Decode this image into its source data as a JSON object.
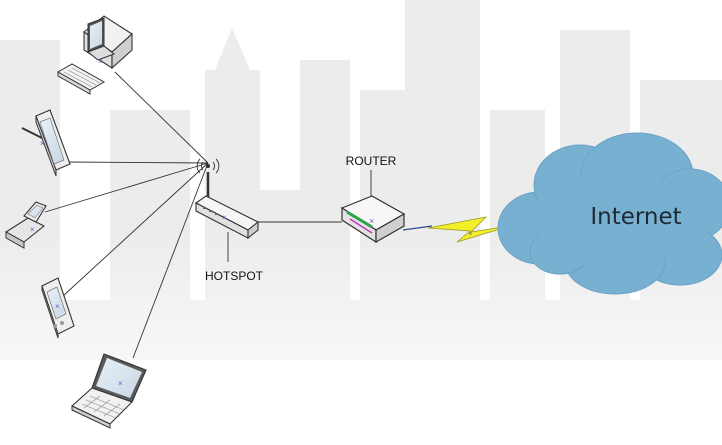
{
  "labels": {
    "hotspot": "HOTSPOT",
    "router": "ROUTER",
    "internet": "Internet"
  },
  "devices": [
    {
      "name": "desktop-computer",
      "icon": "desktop-icon"
    },
    {
      "name": "tablet",
      "icon": "tablet-icon"
    },
    {
      "name": "flip-phone",
      "icon": "flip-phone-icon"
    },
    {
      "name": "pda",
      "icon": "pda-icon"
    },
    {
      "name": "laptop",
      "icon": "laptop-icon"
    }
  ],
  "colors": {
    "cloud": "#78b0d2",
    "lightning": "#f2ee2a",
    "skyline": "#e8e8e8",
    "link": "#333333"
  }
}
